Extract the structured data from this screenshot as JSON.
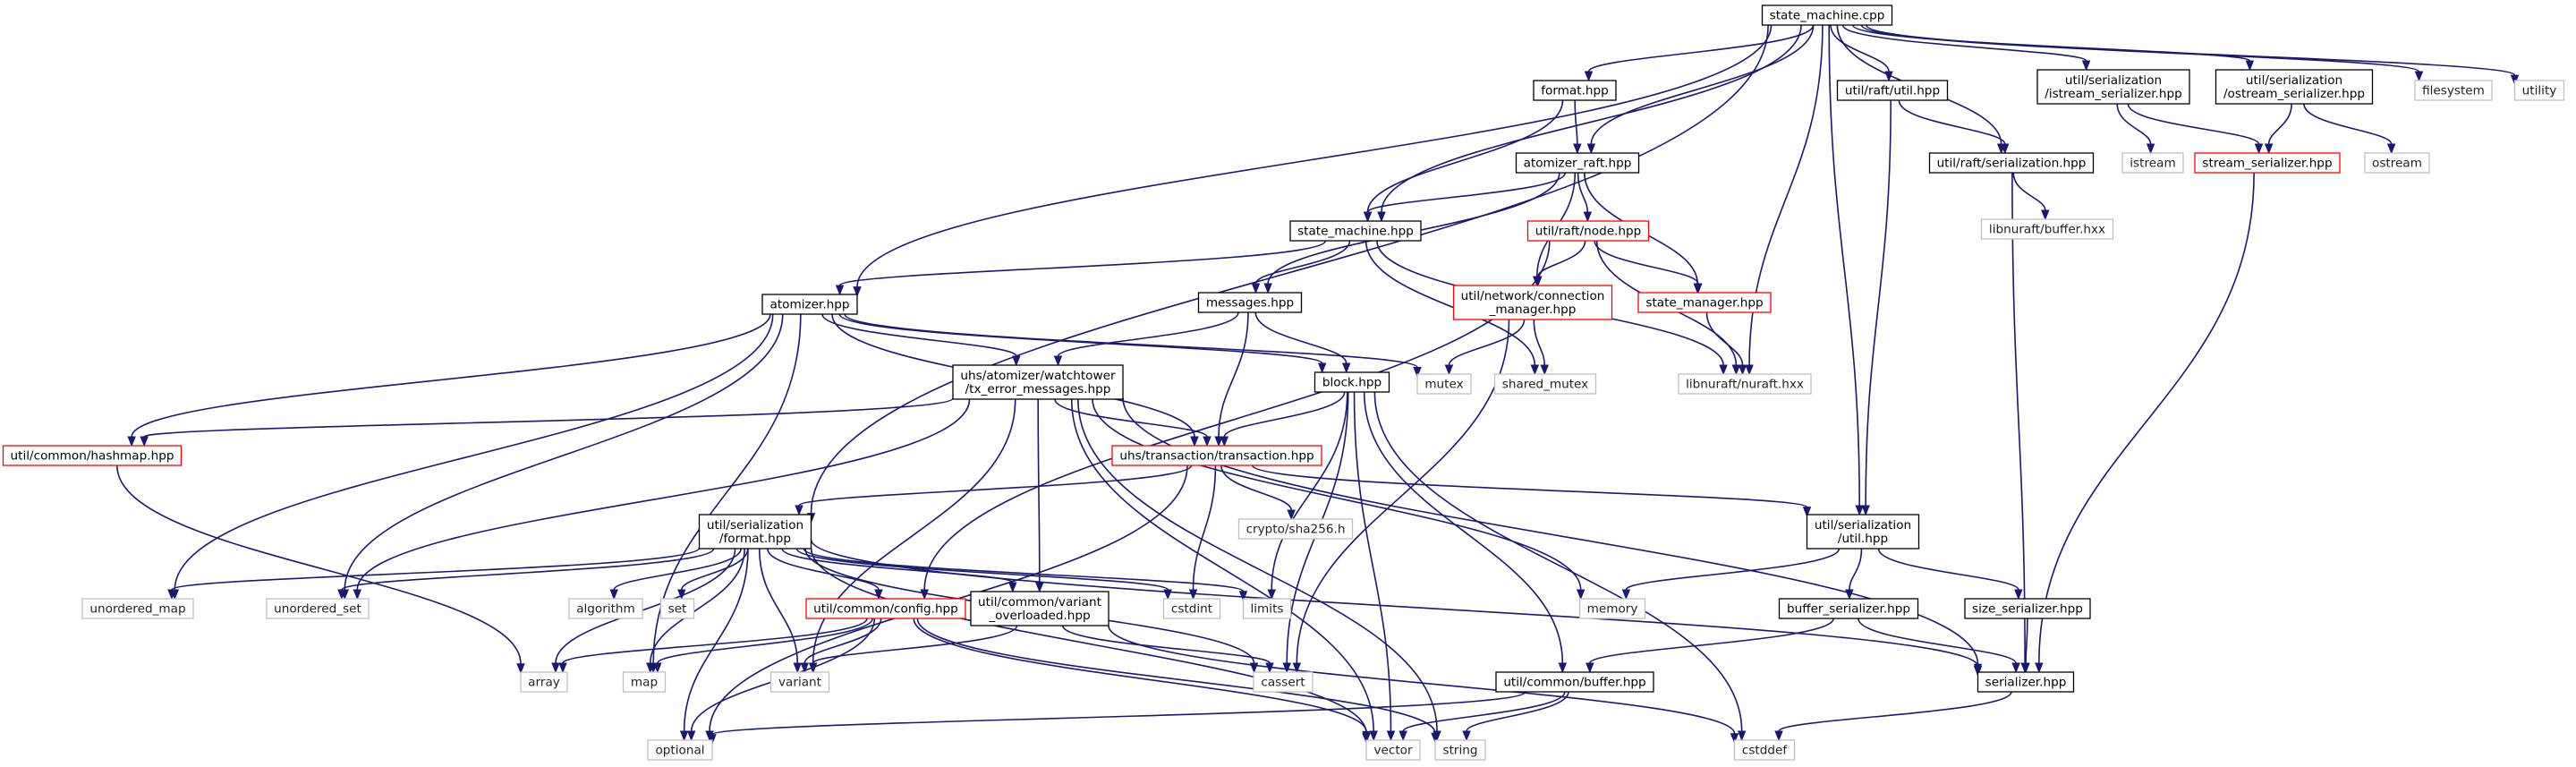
{
  "diagram": {
    "title": "state_machine.cpp",
    "colors": {
      "edge": "#191970",
      "node_border": "#000000",
      "node_border_incomplete": "#ff0000",
      "node_border_system": "#bfbfbf",
      "root_fill": "#bfbfbf",
      "node_fill": "#ffffff"
    },
    "nodes": [
      {
        "id": "root",
        "label": [
          "state_machine.cpp"
        ],
        "kind": "root"
      },
      {
        "id": "format",
        "label": [
          "format.hpp"
        ],
        "kind": "local"
      },
      {
        "id": "atomizer_raft",
        "label": [
          "atomizer_raft.hpp"
        ],
        "kind": "local"
      },
      {
        "id": "state_machine_h",
        "label": [
          "state_machine.hpp"
        ],
        "kind": "local"
      },
      {
        "id": "atomizer",
        "label": [
          "atomizer.hpp"
        ],
        "kind": "local"
      },
      {
        "id": "raft_util",
        "label": [
          "util/raft/util.hpp"
        ],
        "kind": "local"
      },
      {
        "id": "raft_serialization",
        "label": [
          "util/raft/serialization.hpp"
        ],
        "kind": "local"
      },
      {
        "id": "istream_ser",
        "label": [
          "util/serialization",
          "/istream_serializer.hpp"
        ],
        "kind": "local"
      },
      {
        "id": "ostream_ser",
        "label": [
          "util/serialization",
          "/ostream_serializer.hpp"
        ],
        "kind": "local"
      },
      {
        "id": "filesystem",
        "label": [
          "filesystem"
        ],
        "kind": "system"
      },
      {
        "id": "utility",
        "label": [
          "utility"
        ],
        "kind": "system"
      },
      {
        "id": "istream",
        "label": [
          "istream"
        ],
        "kind": "system"
      },
      {
        "id": "stream_ser",
        "label": [
          "stream_serializer.hpp"
        ],
        "kind": "incomplete"
      },
      {
        "id": "ostream",
        "label": [
          "ostream"
        ],
        "kind": "system"
      },
      {
        "id": "nuraft_buffer",
        "label": [
          "libnuraft/buffer.hxx"
        ],
        "kind": "system"
      },
      {
        "id": "raft_node",
        "label": [
          "util/raft/node.hpp"
        ],
        "kind": "incomplete"
      },
      {
        "id": "messages",
        "label": [
          "messages.hpp"
        ],
        "kind": "local"
      },
      {
        "id": "conn_manager",
        "label": [
          "util/network/connection",
          "_manager.hpp"
        ],
        "kind": "incomplete"
      },
      {
        "id": "state_manager",
        "label": [
          "state_manager.hpp"
        ],
        "kind": "incomplete"
      },
      {
        "id": "nuraft",
        "label": [
          "libnuraft/nuraft.hxx"
        ],
        "kind": "system"
      },
      {
        "id": "tx_error",
        "label": [
          "uhs/atomizer/watchtower",
          "/tx_error_messages.hpp"
        ],
        "kind": "local"
      },
      {
        "id": "block",
        "label": [
          "block.hpp"
        ],
        "kind": "local"
      },
      {
        "id": "mutex",
        "label": [
          "mutex"
        ],
        "kind": "system"
      },
      {
        "id": "shared_mutex",
        "label": [
          "shared_mutex"
        ],
        "kind": "system"
      },
      {
        "id": "hashmap",
        "label": [
          "util/common/hashmap.hpp"
        ],
        "kind": "incomplete"
      },
      {
        "id": "transaction",
        "label": [
          "uhs/transaction/transaction.hpp"
        ],
        "kind": "incomplete"
      },
      {
        "id": "sha256",
        "label": [
          "crypto/sha256.h"
        ],
        "kind": "system"
      },
      {
        "id": "ser_format",
        "label": [
          "util/serialization",
          "/format.hpp"
        ],
        "kind": "local"
      },
      {
        "id": "ser_util",
        "label": [
          "util/serialization",
          "/util.hpp"
        ],
        "kind": "local"
      },
      {
        "id": "unordered_map",
        "label": [
          "unordered_map"
        ],
        "kind": "system"
      },
      {
        "id": "unordered_set",
        "label": [
          "unordered_set"
        ],
        "kind": "system"
      },
      {
        "id": "algorithm",
        "label": [
          "algorithm"
        ],
        "kind": "system"
      },
      {
        "id": "set",
        "label": [
          "set"
        ],
        "kind": "system"
      },
      {
        "id": "config",
        "label": [
          "util/common/config.hpp"
        ],
        "kind": "incomplete"
      },
      {
        "id": "variant_overloaded",
        "label": [
          "util/common/variant",
          "_overloaded.hpp"
        ],
        "kind": "local"
      },
      {
        "id": "cstdint",
        "label": [
          "cstdint"
        ],
        "kind": "system"
      },
      {
        "id": "limits",
        "label": [
          "limits"
        ],
        "kind": "system"
      },
      {
        "id": "memory",
        "label": [
          "memory"
        ],
        "kind": "system"
      },
      {
        "id": "buffer_ser",
        "label": [
          "buffer_serializer.hpp"
        ],
        "kind": "local"
      },
      {
        "id": "size_ser",
        "label": [
          "size_serializer.hpp"
        ],
        "kind": "local"
      },
      {
        "id": "array",
        "label": [
          "array"
        ],
        "kind": "system"
      },
      {
        "id": "map",
        "label": [
          "map"
        ],
        "kind": "system"
      },
      {
        "id": "variant",
        "label": [
          "variant"
        ],
        "kind": "system"
      },
      {
        "id": "cassert",
        "label": [
          "cassert"
        ],
        "kind": "system"
      },
      {
        "id": "common_buffer",
        "label": [
          "util/common/buffer.hpp"
        ],
        "kind": "local"
      },
      {
        "id": "serializer",
        "label": [
          "serializer.hpp"
        ],
        "kind": "local"
      },
      {
        "id": "optional",
        "label": [
          "optional"
        ],
        "kind": "system"
      },
      {
        "id": "vector",
        "label": [
          "vector"
        ],
        "kind": "system"
      },
      {
        "id": "string",
        "label": [
          "string"
        ],
        "kind": "system"
      },
      {
        "id": "cstddef",
        "label": [
          "cstddef"
        ],
        "kind": "system"
      }
    ],
    "edges": [
      [
        "root",
        "format"
      ],
      [
        "root",
        "atomizer_raft"
      ],
      [
        "root",
        "state_machine_h"
      ],
      [
        "root",
        "atomizer"
      ],
      [
        "root",
        "ser_format"
      ],
      [
        "root",
        "nuraft"
      ],
      [
        "root",
        "raft_util"
      ],
      [
        "root",
        "raft_serialization"
      ],
      [
        "root",
        "ser_util"
      ],
      [
        "root",
        "istream_ser"
      ],
      [
        "root",
        "ostream_ser"
      ],
      [
        "root",
        "filesystem"
      ],
      [
        "root",
        "utility"
      ],
      [
        "format",
        "atomizer_raft"
      ],
      [
        "format",
        "state_machine_h"
      ],
      [
        "atomizer_raft",
        "state_machine_h"
      ],
      [
        "atomizer_raft",
        "raft_node"
      ],
      [
        "atomizer_raft",
        "messages"
      ],
      [
        "atomizer_raft",
        "conn_manager"
      ],
      [
        "atomizer_raft",
        "state_manager"
      ],
      [
        "raft_node",
        "conn_manager"
      ],
      [
        "raft_node",
        "state_manager"
      ],
      [
        "raft_node",
        "nuraft"
      ],
      [
        "raft_node",
        "config"
      ],
      [
        "state_machine_h",
        "atomizer"
      ],
      [
        "state_machine_h",
        "messages"
      ],
      [
        "state_machine_h",
        "shared_mutex"
      ],
      [
        "state_machine_h",
        "nuraft"
      ],
      [
        "state_manager",
        "nuraft"
      ],
      [
        "conn_manager",
        "mutex"
      ],
      [
        "conn_manager",
        "shared_mutex"
      ],
      [
        "conn_manager",
        "cassert"
      ],
      [
        "messages",
        "tx_error"
      ],
      [
        "messages",
        "block"
      ],
      [
        "messages",
        "transaction"
      ],
      [
        "atomizer",
        "tx_error"
      ],
      [
        "atomizer",
        "block"
      ],
      [
        "atomizer",
        "mutex"
      ],
      [
        "atomizer",
        "hashmap"
      ],
      [
        "atomizer",
        "transaction"
      ],
      [
        "atomizer",
        "unordered_map"
      ],
      [
        "atomizer",
        "unordered_set"
      ],
      [
        "atomizer",
        "map"
      ],
      [
        "tx_error",
        "hashmap"
      ],
      [
        "tx_error",
        "transaction"
      ],
      [
        "tx_error",
        "variant_overloaded"
      ],
      [
        "tx_error",
        "unordered_set"
      ],
      [
        "tx_error",
        "variant"
      ],
      [
        "tx_error",
        "vector"
      ],
      [
        "tx_error",
        "string"
      ],
      [
        "tx_error",
        "memory"
      ],
      [
        "tx_error",
        "serializer"
      ],
      [
        "block",
        "transaction"
      ],
      [
        "block",
        "cassert"
      ],
      [
        "block",
        "vector"
      ],
      [
        "block",
        "limits"
      ],
      [
        "block",
        "common_buffer"
      ],
      [
        "block",
        "cstddef"
      ],
      [
        "hashmap",
        "array"
      ],
      [
        "transaction",
        "ser_format"
      ],
      [
        "transaction",
        "sha256"
      ],
      [
        "transaction",
        "ser_util"
      ],
      [
        "transaction",
        "cstdint"
      ],
      [
        "transaction",
        "optional"
      ],
      [
        "ser_format",
        "unordered_map"
      ],
      [
        "ser_format",
        "unordered_set"
      ],
      [
        "ser_format",
        "algorithm"
      ],
      [
        "ser_format",
        "set"
      ],
      [
        "ser_format",
        "config"
      ],
      [
        "ser_format",
        "variant_overloaded"
      ],
      [
        "ser_format",
        "cstdint"
      ],
      [
        "ser_format",
        "limits"
      ],
      [
        "ser_format",
        "array"
      ],
      [
        "ser_format",
        "map"
      ],
      [
        "ser_format",
        "variant"
      ],
      [
        "ser_format",
        "cassert"
      ],
      [
        "ser_format",
        "optional"
      ],
      [
        "ser_format",
        "vector"
      ],
      [
        "ser_format",
        "serializer"
      ],
      [
        "config",
        "array"
      ],
      [
        "config",
        "map"
      ],
      [
        "config",
        "variant"
      ],
      [
        "config",
        "optional"
      ],
      [
        "config",
        "vector"
      ],
      [
        "config",
        "string"
      ],
      [
        "variant_overloaded",
        "variant"
      ],
      [
        "variant_overloaded",
        "cassert"
      ],
      [
        "variant_overloaded",
        "cstddef"
      ],
      [
        "ser_util",
        "memory"
      ],
      [
        "ser_util",
        "buffer_ser"
      ],
      [
        "ser_util",
        "size_ser"
      ],
      [
        "buffer_ser",
        "common_buffer"
      ],
      [
        "buffer_ser",
        "serializer"
      ],
      [
        "size_ser",
        "serializer"
      ],
      [
        "serializer",
        "cstddef"
      ],
      [
        "common_buffer",
        "optional"
      ],
      [
        "common_buffer",
        "vector"
      ],
      [
        "common_buffer",
        "string"
      ],
      [
        "raft_util",
        "raft_serialization"
      ],
      [
        "raft_util",
        "ser_util"
      ],
      [
        "raft_serialization",
        "nuraft_buffer"
      ],
      [
        "raft_serialization",
        "serializer"
      ],
      [
        "istream_ser",
        "istream"
      ],
      [
        "istream_ser",
        "stream_ser"
      ],
      [
        "ostream_ser",
        "stream_ser"
      ],
      [
        "ostream_ser",
        "ostream"
      ],
      [
        "stream_ser",
        "serializer"
      ]
    ]
  }
}
